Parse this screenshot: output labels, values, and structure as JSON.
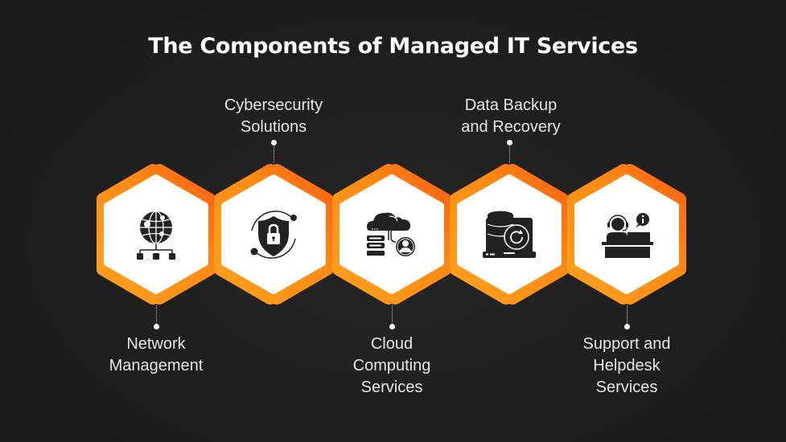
{
  "title": "The Components of Managed IT Services",
  "colors": {
    "background": "#1f1f1f",
    "hex_orange_light": "#ff9d1c",
    "hex_orange_dark": "#ff5a12",
    "hex_fill": "#ffffff",
    "icon": "#222222",
    "label_text": "#e6e6e6"
  },
  "components": [
    {
      "label_line1": "Network",
      "label_line2": "Management",
      "label_line3": "",
      "label_position": "bottom",
      "icon": "globe-network-icon"
    },
    {
      "label_line1": "Cybersecurity",
      "label_line2": "Solutions",
      "label_line3": "",
      "label_position": "top",
      "icon": "shield-lock-icon"
    },
    {
      "label_line1": "Cloud",
      "label_line2": "Computing",
      "label_line3": "Services",
      "label_position": "bottom",
      "icon": "cloud-server-user-icon"
    },
    {
      "label_line1": "Data Backup",
      "label_line2": "and Recovery",
      "label_line3": "",
      "label_position": "top",
      "icon": "database-backup-laptop-icon"
    },
    {
      "label_line1": "Support and",
      "label_line2": "Helpdesk",
      "label_line3": "Services",
      "label_position": "bottom",
      "icon": "helpdesk-agent-icon"
    }
  ]
}
